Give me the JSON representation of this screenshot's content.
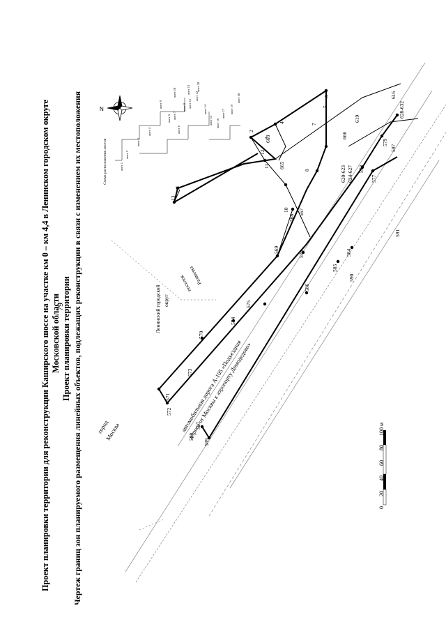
{
  "page": {
    "number": "79"
  },
  "titles": {
    "line1": "Проект планировки территории для реконструкции Каширского шоссе на участке км 0 – км 4,4 в Ленинском городском округе",
    "line2": "Московской области",
    "line3": "Проект планировки территории",
    "line4": "Чертеж границ зон планируемого размещения линейных объектов, подлежащих реконструкции в связи с изменением их местоположения"
  },
  "map": {
    "road_name_1": "автомобильная дорога А-105 «Подъездная",
    "road_name_2": "дорога от Москвы к аэропорту Домодедово»",
    "city_label_1": "город",
    "city_label_2": "Москва",
    "district_label_1": "Ленинский городской",
    "district_label_2": "округ",
    "junction_label_1": "поселок",
    "junction_label_2": "Развилка",
    "scale_labels": [
      "0",
      "20",
      "40",
      "60",
      "80",
      "100 м"
    ],
    "compass_label": "N",
    "sheet_scheme_title": "Схема расположения листов",
    "sheets": [
      "лист 1",
      "лист 2",
      "лист 3",
      "лист 4",
      "лист 5",
      "лист 6",
      "лист 7",
      "лист 8",
      "лист 9",
      "лист 10",
      "лист 11",
      "лист 12",
      "лист 13",
      "лист 14",
      "лист 15",
      "лист 16",
      "лист 17",
      "лист 18",
      "лист 19",
      "лист 20"
    ],
    "points": [
      "1",
      "2",
      "3",
      "4",
      "5",
      "6",
      "7",
      "8",
      "10",
      "11",
      "12",
      "13",
      "567",
      "568",
      "569",
      "570",
      "571",
      "572",
      "573",
      "574",
      "575",
      "576",
      "577",
      "578",
      "579",
      "584",
      "585",
      "586",
      "587",
      "588",
      "589",
      "590",
      "591",
      "597",
      "616",
      "619",
      "620-623",
      "624-627",
      "628-632",
      "663",
      "665",
      "666"
    ]
  }
}
